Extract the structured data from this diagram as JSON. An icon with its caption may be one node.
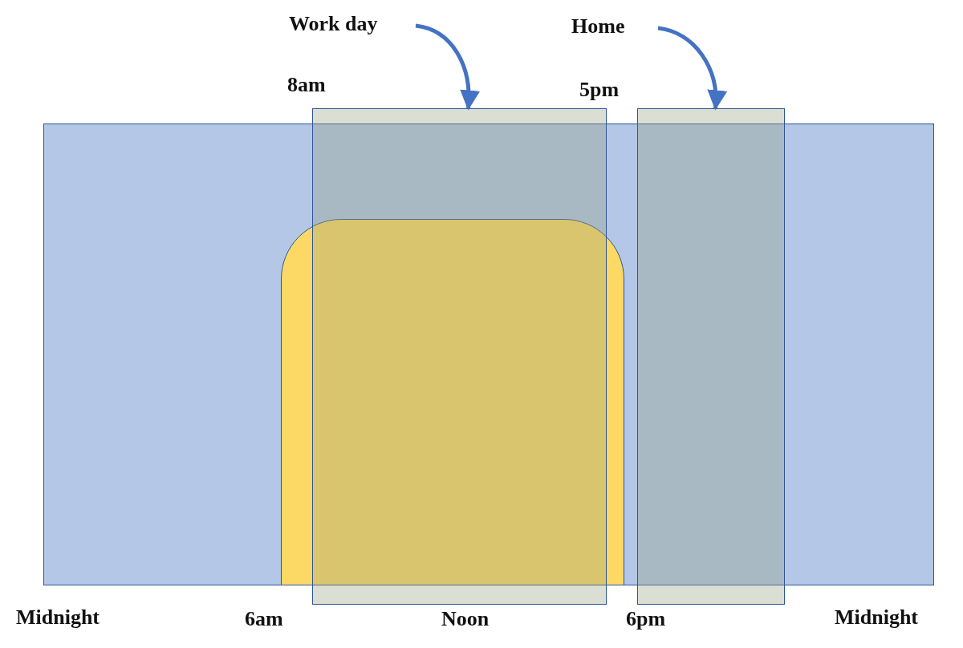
{
  "diagram": {
    "nodes": [
      {
        "text": [
          "Work day"
        ]
      },
      {
        "text": [
          "Home"
        ]
      },
      {
        "text": [],
        "shape": "box"
      },
      {
        "text": [],
        "shape": "box"
      },
      {
        "text": [],
        "shape": "box"
      },
      {
        "text": [],
        "shape": "box",
        "in": 4
      }
    ],
    "edges": [
      {
        "from": 0,
        "to": 2,
        "arrow": "to"
      },
      {
        "from": 1,
        "to": 3,
        "arrow": "to"
      }
    ],
    "labels": [
      "8am",
      "5pm",
      "Midnight",
      "6am",
      "Noon",
      "6pm",
      "Midnight"
    ]
  }
}
